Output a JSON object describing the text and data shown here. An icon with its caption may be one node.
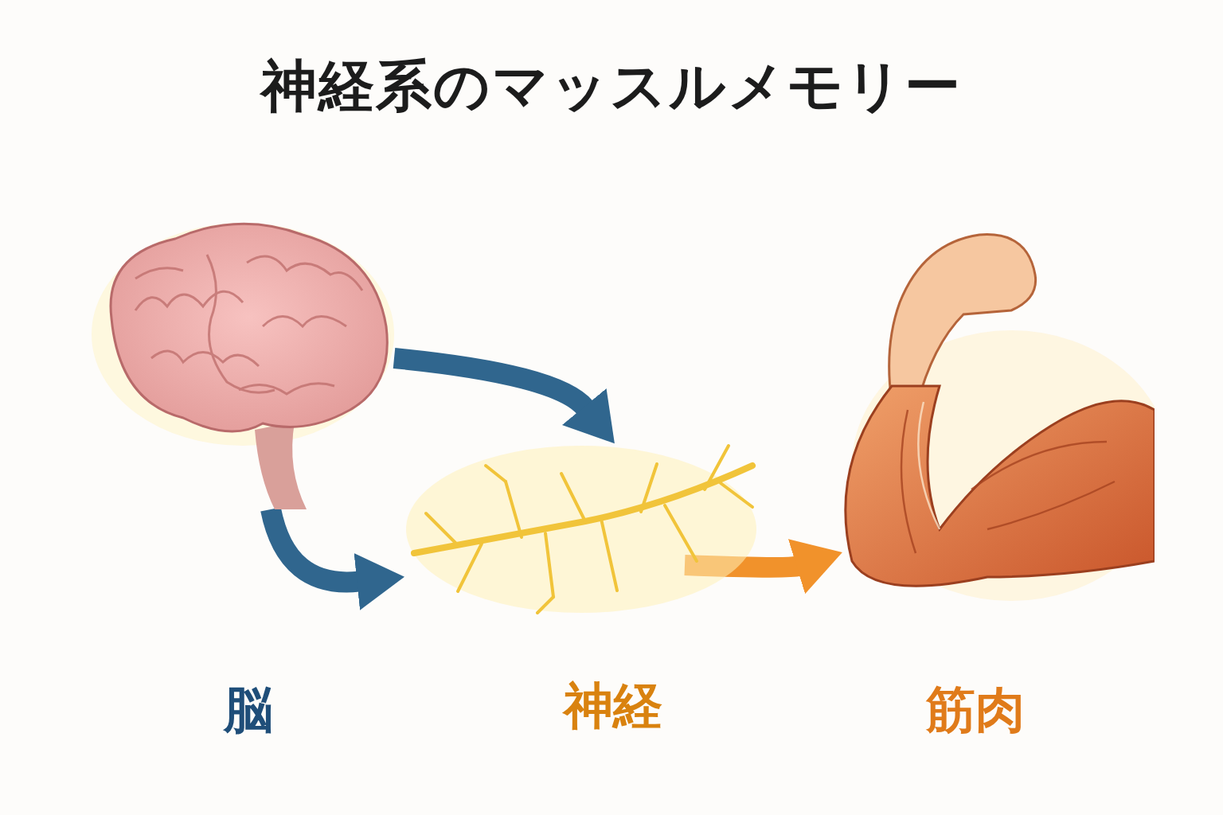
{
  "diagram": {
    "title": "神経系のマッスルメモリー",
    "nodes": [
      {
        "text": [],
        "shape": "picture",
        "beside": [
          "脳"
        ]
      },
      {
        "text": [],
        "shape": "picture",
        "beside": [
          "神経"
        ]
      },
      {
        "text": [],
        "shape": "picture",
        "beside": [
          "筋肉"
        ]
      }
    ],
    "edges": [
      {
        "from": 0,
        "to": 1,
        "arrow": "to"
      },
      {
        "from": 0,
        "to": 1,
        "arrow": "to"
      },
      {
        "from": 1,
        "to": 2,
        "arrow": "to",
        "color": "#f08a1a"
      }
    ]
  }
}
